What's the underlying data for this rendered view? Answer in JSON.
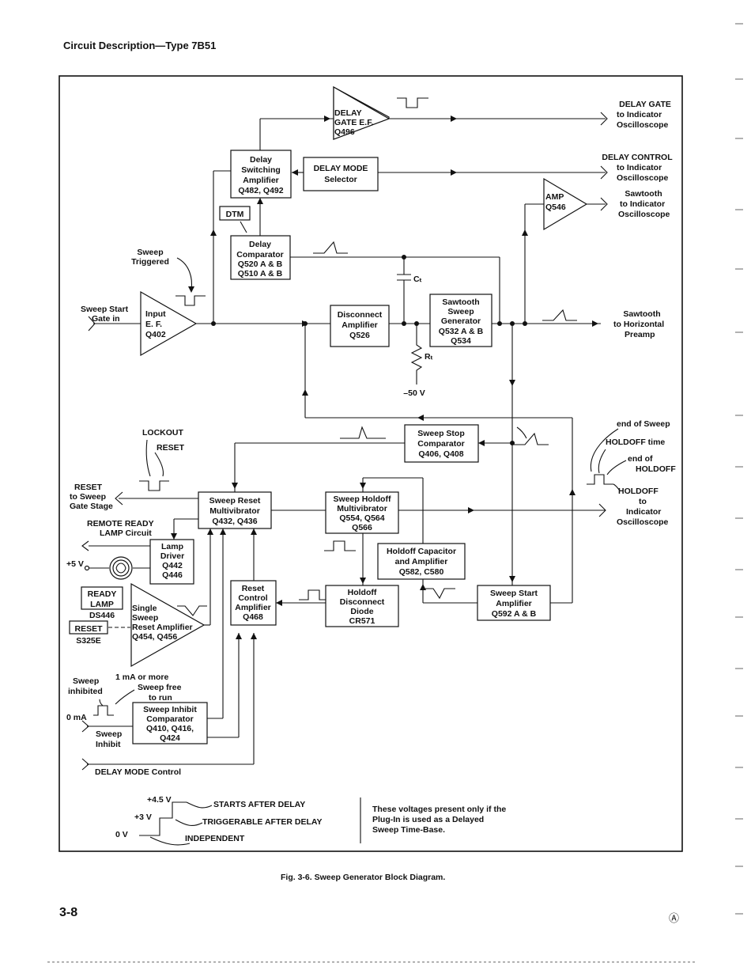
{
  "header": {
    "title": "Circuit Description—Type 7B51"
  },
  "footer": {
    "page_number": "3-8",
    "revision_mark": "Ⓐ"
  },
  "figure": {
    "caption": "Fig. 3-6. Sweep Generator Block Diagram."
  },
  "blocks": {
    "delay_gate_ef": [
      "DELAY",
      "GATE E.F.",
      "Q496"
    ],
    "delay_switching_amp": [
      "Delay",
      "Switching",
      "Amplifier",
      "Q482, Q492"
    ],
    "delay_mode_selector": [
      "DELAY MODE",
      "Selector"
    ],
    "dtm": [
      "DTM"
    ],
    "delay_comparator": [
      "Delay",
      "Comparator",
      "Q520 A & B",
      "Q510 A & B"
    ],
    "amp_q546": [
      "AMP",
      "Q546"
    ],
    "input_ef": [
      "Input",
      "E. F.",
      "Q402"
    ],
    "disconnect_amp": [
      "Disconnect",
      "Amplifier",
      "Q526"
    ],
    "sawtooth_generator": [
      "Sawtooth",
      "Sweep",
      "Generator",
      "Q532 A & B",
      "Q534"
    ],
    "sweep_stop_comparator": [
      "Sweep Stop",
      "Comparator",
      "Q406, Q408"
    ],
    "sweep_reset_multivibrator": [
      "Sweep Reset",
      "Multivibrator",
      "Q432, Q436"
    ],
    "sweep_holdoff_multivibrator": [
      "Sweep Holdoff",
      "Multivibrator",
      "Q554, Q564",
      "Q566"
    ],
    "lamp_driver": [
      "Lamp",
      "Driver",
      "Q442",
      "Q446"
    ],
    "holdoff_capacitor_amp": [
      "Holdoff Capacitor",
      "and Amplifier",
      "Q582, C580"
    ],
    "reset_control_amp": [
      "Reset",
      "Control",
      "Amplifier",
      "Q468"
    ],
    "holdoff_disconnect_diode": [
      "Holdoff",
      "Disconnect",
      "Diode",
      "CR571"
    ],
    "sweep_start_amp": [
      "Sweep Start",
      "Amplifier",
      "Q592 A & B"
    ],
    "single_sweep_reset_amp": [
      "Single",
      "Sweep",
      "Reset Amplifier",
      "Q454, Q456"
    ],
    "sweep_inhibit_comparator": [
      "Sweep Inhibit",
      "Comparator",
      "Q410, Q416,",
      "Q424"
    ],
    "ready_lamp": [
      "READY",
      "LAMP"
    ],
    "reset_switch": [
      "RESET"
    ]
  },
  "labels": {
    "delay_gate_out": [
      "DELAY GATE",
      "to Indicator",
      "Oscilloscope"
    ],
    "delay_control_out": [
      "DELAY CONTROL",
      "to Indicator",
      "Oscilloscope"
    ],
    "sawtooth_indicator_out": [
      "Sawtooth",
      "to Indicator",
      "Oscilloscope"
    ],
    "sawtooth_horizontal_out": [
      "Sawtooth",
      "to Horizontal",
      "Preamp"
    ],
    "sweep_triggered": [
      "Sweep",
      "Triggered"
    ],
    "sweep_start_gate_in": [
      "Sweep Start",
      "Gate in"
    ],
    "ct": "Cₜ",
    "rt": "Rₜ",
    "minus_50v": "–50 V",
    "end_of_sweep": "end of Sweep",
    "holdoff_time": "HOLDOFF time",
    "end_of_holdoff": [
      "end of",
      "HOLDOFF"
    ],
    "holdoff_out": [
      "HOLDOFF",
      "to",
      "Indicator",
      "Oscilloscope"
    ],
    "lockout": "LOCKOUT",
    "reset": "RESET",
    "reset_to_sweep_gate": [
      "RESET",
      "to Sweep",
      "Gate Stage"
    ],
    "remote_ready_lamp": [
      "REMOTE READY",
      "LAMP Circuit"
    ],
    "plus_5v": "+5 V",
    "ds446": "DS446",
    "s325e": "S325E",
    "one_ma_or_more": "1 mA or more",
    "sweep_inhibited": [
      "Sweep",
      "inhibited"
    ],
    "sweep_free_to_run": [
      "Sweep free",
      "to run"
    ],
    "zero_ma": "0 mA",
    "sweep_inhibit_label": [
      "Sweep",
      "Inhibit"
    ],
    "delay_mode_control": "DELAY MODE Control"
  },
  "legend": {
    "v45": "+4.5 V",
    "v3": "+3 V",
    "v0": "0 V",
    "starts_after_delay": "STARTS AFTER DELAY",
    "triggerable_after_delay": "TRIGGERABLE AFTER DELAY",
    "independent": "INDEPENDENT",
    "note": [
      "These voltages present only if the",
      "Plug-In is used as a Delayed",
      "Sweep Time-Base."
    ]
  }
}
